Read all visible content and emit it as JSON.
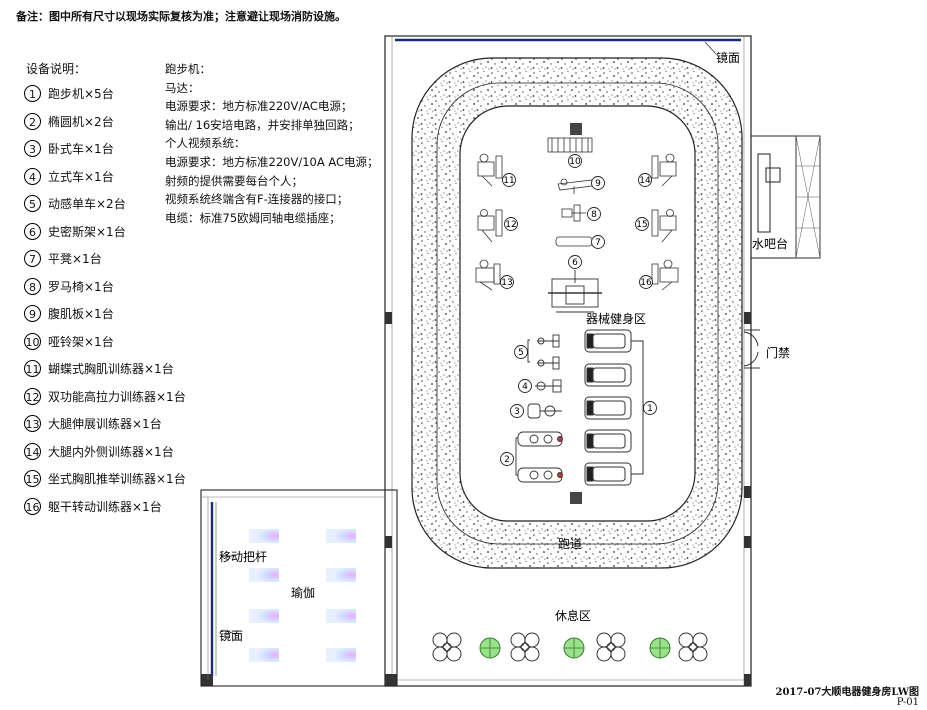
{
  "note": "备注：图中所有尺寸以现场实际复核为准；注意避让现场消防设施。",
  "legend": {
    "title": "设备说明：",
    "items": [
      {
        "num": "1",
        "label": "跑步机×5台"
      },
      {
        "num": "2",
        "label": "椭圆机×2台"
      },
      {
        "num": "3",
        "label": "卧式车×1台"
      },
      {
        "num": "4",
        "label": "立式车×1台"
      },
      {
        "num": "5",
        "label": "动感单车×2台"
      },
      {
        "num": "6",
        "label": "史密斯架×1台"
      },
      {
        "num": "7",
        "label": "平凳×1台"
      },
      {
        "num": "8",
        "label": "罗马椅×1台"
      },
      {
        "num": "9",
        "label": "腹肌板×1台"
      },
      {
        "num": "10",
        "label": "哑铃架×1台"
      },
      {
        "num": "11",
        "label": "蝴蝶式胸肌训练器×1台"
      },
      {
        "num": "12",
        "label": "双功能高拉力训练器×1台"
      },
      {
        "num": "13",
        "label": "大腿伸展训练器×1台"
      },
      {
        "num": "14",
        "label": "大腿内外侧训练器×1台"
      },
      {
        "num": "15",
        "label": "坐式胸肌推举训练器×1台"
      },
      {
        "num": "16",
        "label": "躯干转动训练器×1台"
      }
    ]
  },
  "spec": {
    "lines": [
      "跑步机：",
      "马达：",
      "电源要求：地方标准220V/AC电源；",
      "输出/ 16安培电路，并安排单独回路；",
      "个人视频系统：",
      "电源要求：地方标准220V/10A AC电源；",
      "射频的提供需要每台个人；",
      "视频系统终端含有F-连接器的接口；",
      "电缆：标准75欧姆同轴电缆插座；"
    ]
  },
  "plan": {
    "mirror_top": "镜面",
    "water_bar": "水吧台",
    "door": "门禁",
    "equipment_zone": "器械健身区",
    "track": "跑道",
    "rest_zone": "休息区",
    "yoga": "瑜伽",
    "moving_bar": "移动把杆",
    "mirror_left": "镜面",
    "markers": [
      "1",
      "2",
      "3",
      "4",
      "5",
      "6",
      "7",
      "8",
      "9",
      "10",
      "11",
      "12",
      "13",
      "14",
      "15",
      "16"
    ]
  },
  "title_block": {
    "title": "2017-07大顺电器健身房LW图",
    "sheet": "P-01"
  }
}
